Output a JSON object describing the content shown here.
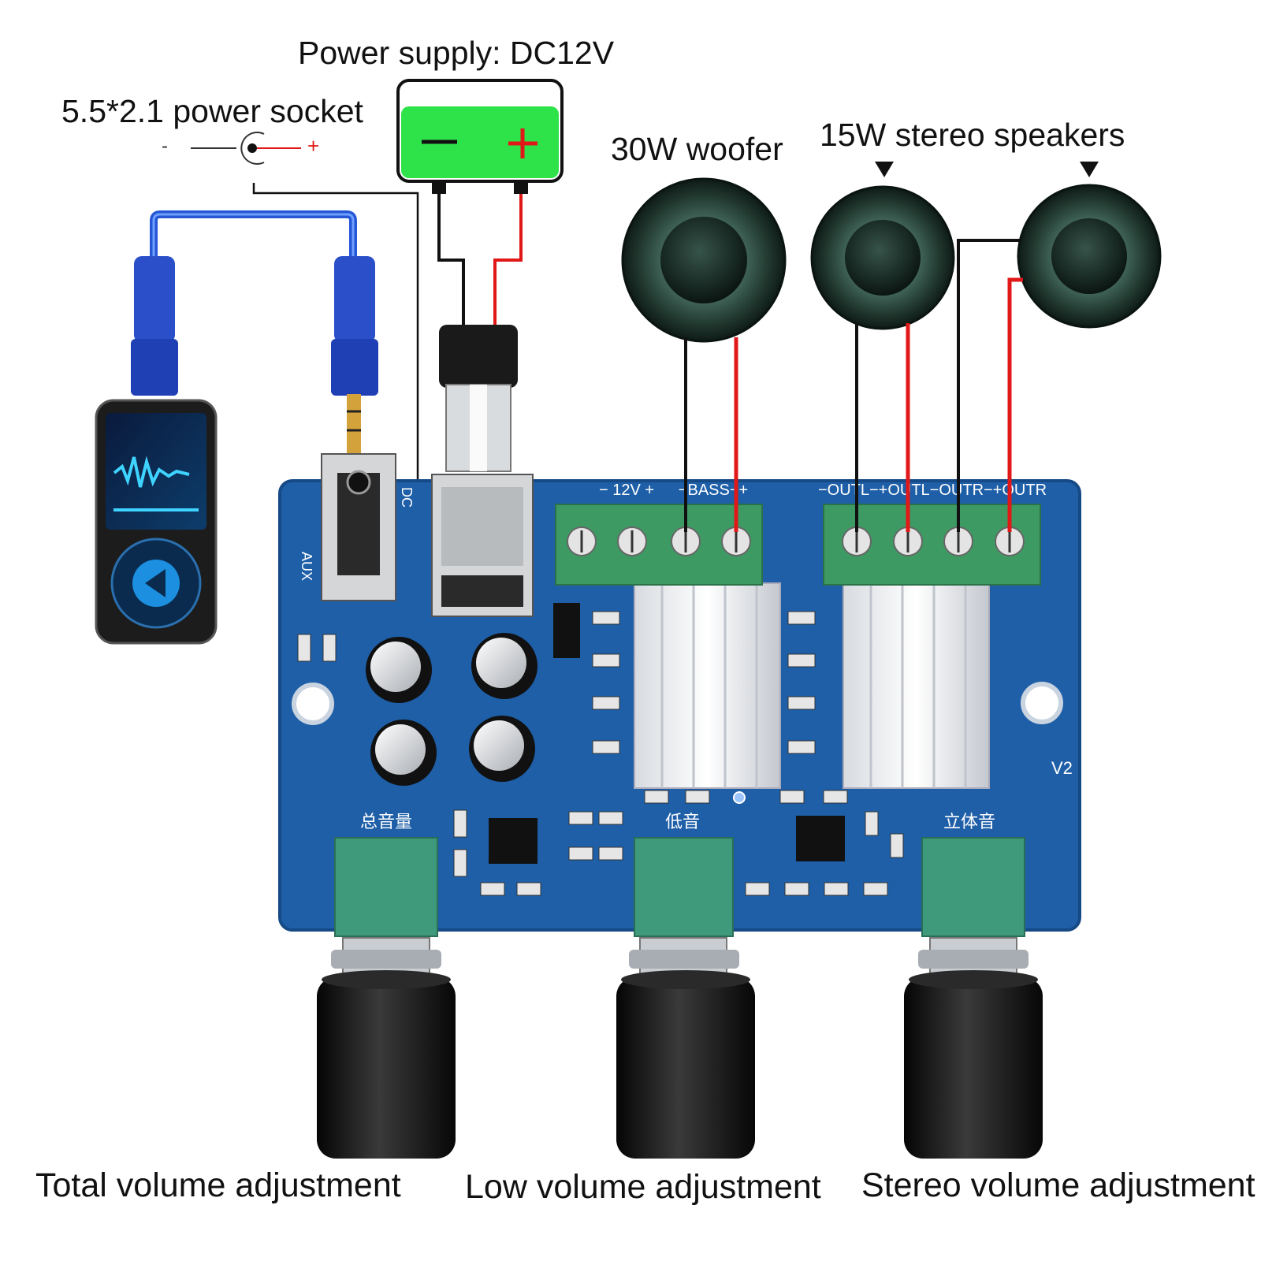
{
  "labels": {
    "power_supply": "Power supply: DC12V",
    "power_socket": "5.5*2.1 power socket",
    "socket_minus": "-",
    "socket_plus": "+",
    "woofer": "30W woofer",
    "stereo_speakers": "15W stereo speakers",
    "total_volume": "Total volume adjustment",
    "low_volume": "Low volume adjustment",
    "stereo_volume": "Stereo volume adjustment"
  },
  "battery": {
    "minus": "−",
    "plus": "+"
  },
  "board": {
    "version": "V2",
    "aux": "AUX",
    "dc": "DC",
    "terminal_power": "−  12V  +",
    "terminal_bass": "−BASS−+",
    "terminal_out": "−OUTL−+OUTL−OUTR−+OUTR",
    "pot_labels": [
      "总音量",
      "低音",
      "立体音"
    ]
  },
  "colors": {
    "pcb": "#1e5fa8",
    "terminal": "#3e9a63",
    "battery": "#2ee24a",
    "wire_red": "#e01818",
    "wire_black": "#111111",
    "cable_blue": "#2456d6"
  }
}
